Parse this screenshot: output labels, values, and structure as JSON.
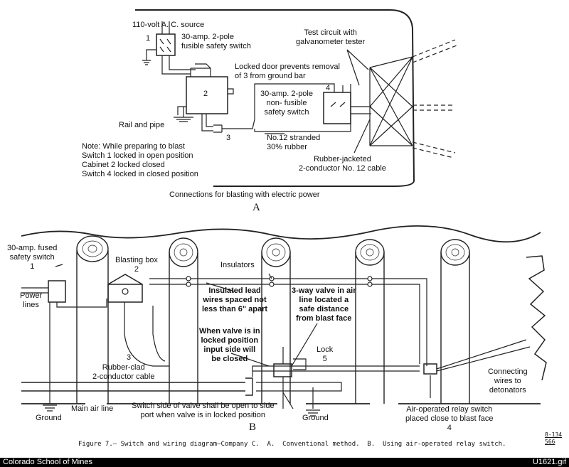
{
  "diagram_a": {
    "source_label": "110-volt A. C. source",
    "label_1": "1",
    "switch1_label": "30-amp. 2-pole\nfusible safety switch",
    "test_circuit_label": "Test circuit with\ngalvanometer tester",
    "locked_door_label": "Locked door prevents removal\nof 3 from ground bar",
    "label_2": "2",
    "label_4": "4",
    "switch4_label": "30-amp. 2-pole\nnon- fusible\nsafety switch",
    "rail_label": "Rail and pipe",
    "label_3": "3",
    "wire_label": "No.12 stranded\n30% rubber",
    "note_label": "Note: While preparing to blast\nSwitch 1 locked in open position\nCabinet 2 locked closed\nSwitch 4 locked in closed position",
    "cable_label": "Rubber-jacketed\n2-conductor No. 12 cable",
    "caption": "Connections for blasting with electric power",
    "letter": "A"
  },
  "diagram_b": {
    "fused_switch_label": "30-amp. fused\nsafety switch\n1",
    "blasting_box_label": "Blasting box\n2",
    "insulators_label": "Insulators",
    "power_lines_label": "Power\nlines",
    "lead_wires_label": "Insulated lead\nwires spaced not\nless than 6\" apart",
    "valve_label": "3-way valve in air\nline located a\nsafe distance\nfrom blast face",
    "locked_position_label": "When valve is in\nlocked position\ninput side will\nbe closed",
    "lock_label": "Lock\n5",
    "label_3": "3",
    "cable_label": "Rubber-clad\n2-conductor cable",
    "connecting_label": "Connecting\nwires to\ndetonators",
    "air_line_label": "Main air line",
    "ground_left_label": "Ground",
    "switch_side_label": "Switch side of valve shall be open to side\nport when valve is in locked position",
    "ground_mid_label": "Ground",
    "relay_label": "Air-operated relay switch\nplaced close to blast face\n4",
    "letter": "B"
  },
  "figure_caption": "Figure 7.— Switch and wiring diagram—Company C.  A.  Conventional method.  B.  Using air-operated relay switch.",
  "stamp": "8-134\n566",
  "footer": {
    "left": "Colorado School of Mines",
    "right": "U1621.gif"
  }
}
